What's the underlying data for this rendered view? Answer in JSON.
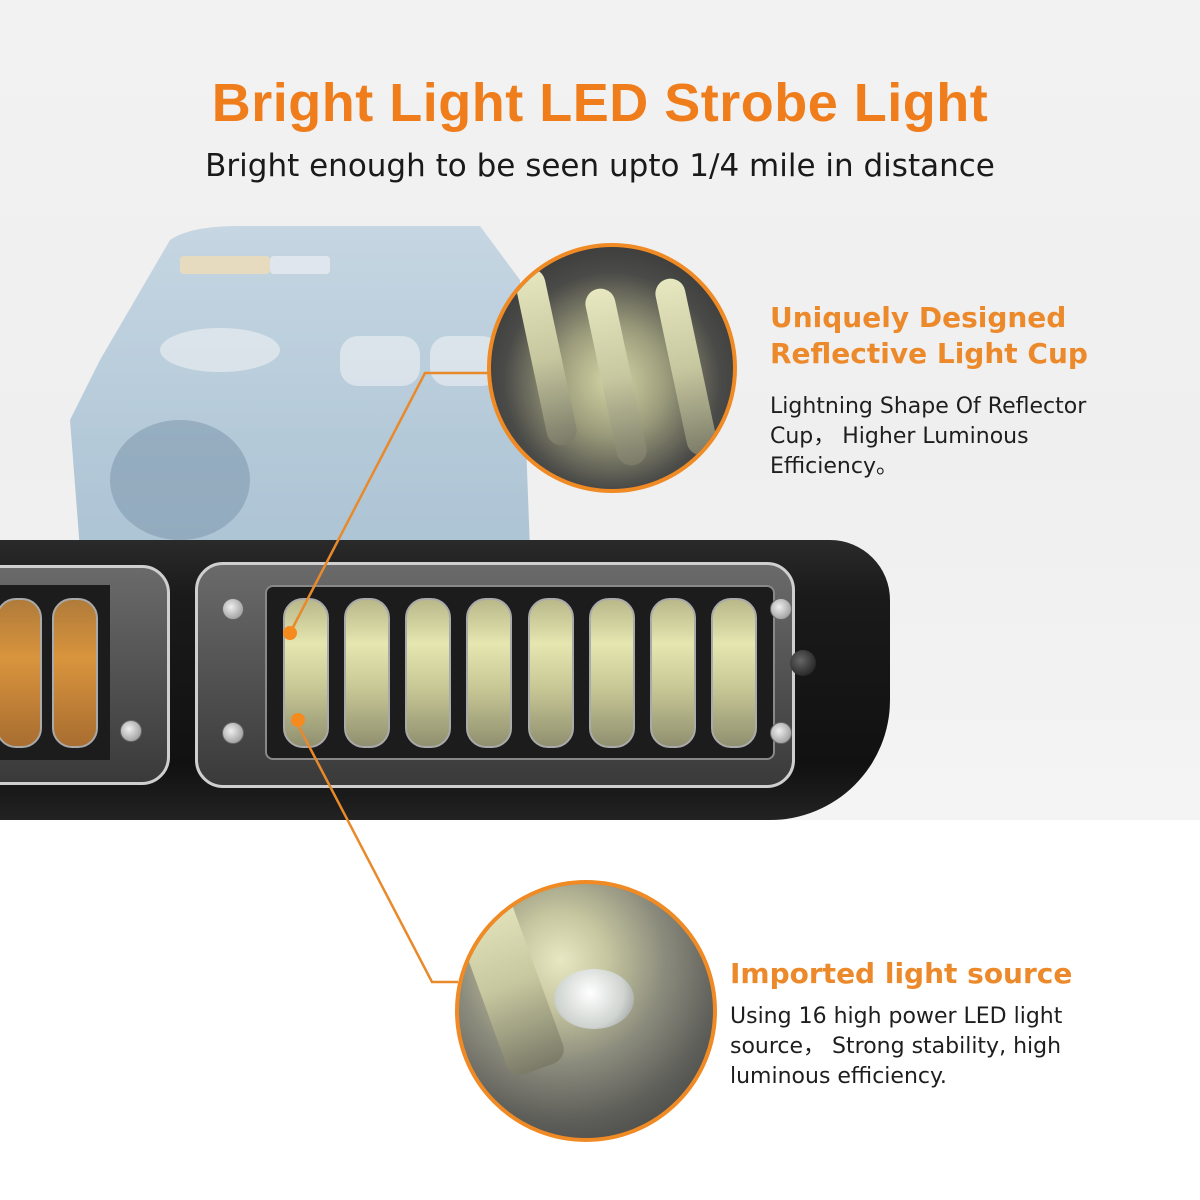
{
  "header": {
    "title": "Bright Light LED Strobe Light",
    "subtitle": "Bright enough to be seen upto 1/4 mile in distance"
  },
  "callouts": [
    {
      "heading_line1": "Uniquely Designed",
      "heading_line2": "Reflective Light Cup",
      "body_line1": "Lightning Shape Of Reflector",
      "body_line2": "Cup， Higher Luminous",
      "body_line3": "Efficiency。"
    },
    {
      "heading": "Imported light source",
      "body_line1": "Using 16 high power LED light",
      "body_line2": "source， Strong stability, high",
      "body_line3": "luminous efficiency."
    }
  ],
  "colors": {
    "accent": "#f07d1c",
    "text": "#1a1a1a",
    "background_top": "#f0f0f0",
    "background_bottom": "#ffffff"
  },
  "product": {
    "led_columns_visible": 9
  }
}
